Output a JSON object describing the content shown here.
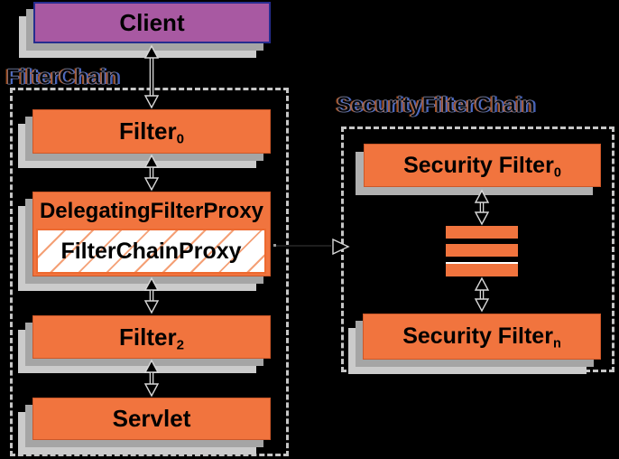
{
  "titles": {
    "filter_chain": "FilterChain",
    "security_filter_chain": "SecurityFilterChain"
  },
  "nodes": {
    "client": {
      "label": "Client"
    },
    "filter0": {
      "label": "Filter",
      "sub": "0"
    },
    "delegating_filter_proxy": {
      "label": "DelegatingFilterProxy"
    },
    "filter_chain_proxy": {
      "label": "FilterChainProxy"
    },
    "filter2": {
      "label": "Filter",
      "sub": "2"
    },
    "servlet": {
      "label": "Servlet"
    },
    "security_filter_0": {
      "label": "Security Filter",
      "sub": "0"
    },
    "security_filter_n": {
      "label": "Security Filter",
      "sub": "n"
    }
  },
  "colors": {
    "background": "#000000",
    "box_orange": "#F1743E",
    "hatch_orange": "#F4A076",
    "fcp_border_orange": "#ED6A30",
    "client_purple": "#A859A2",
    "client_border_navy": "#262D8F",
    "shadow_inner_gray": "#A5A5A5",
    "shadow_outer_gray": "#CBCBCB",
    "dashed_border_gray": "#C6C6C6",
    "arrow_outline_gray": "#D8D8D8",
    "arrow_fill": "#000000",
    "text": "#000000"
  }
}
